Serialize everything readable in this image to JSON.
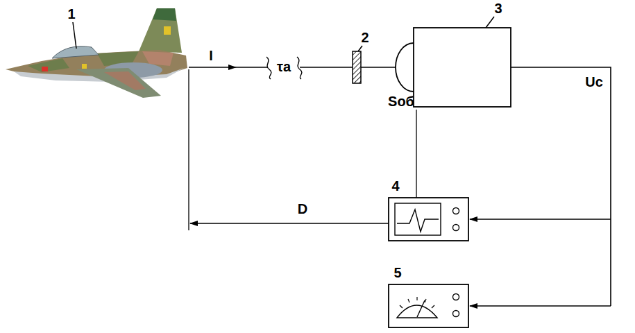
{
  "diagram": {
    "labels": [
      "1",
      "I",
      "τa",
      "2",
      "3",
      "Sоб",
      "D",
      "Uc",
      "4",
      "5"
    ]
  }
}
